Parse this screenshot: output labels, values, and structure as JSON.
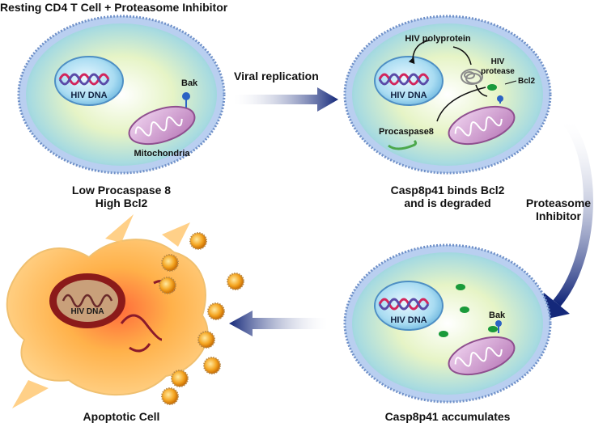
{
  "title": "Resting CD4 T Cell + Proteasome Inhibitor",
  "cell1": {
    "dna_label": "HIV DNA",
    "bak_label": "Bak",
    "mito_label": "Mitochondria",
    "caption_line1": "Low Procaspase 8",
    "caption_line2": "High Bcl2"
  },
  "arrow1_label": "Viral replication",
  "cell2": {
    "dna_label": "HIV DNA",
    "polyprotein_label": "HIV polyprotein",
    "protease_label_line1": "HIV",
    "protease_label_line2": "protease",
    "bcl2_label": "Bcl2",
    "procaspase_label": "Procaspase8",
    "caption_line1": "Casp8p41 binds Bcl2",
    "caption_line2": "and is degraded"
  },
  "arrow2_label_line1": "Proteasome",
  "arrow2_label_line2": "Inhibitor",
  "cell3": {
    "dna_label": "HIV DNA",
    "bak_label": "Bak",
    "caption": "Casp8p41 accumulates"
  },
  "apoptotic": {
    "dna_label": "HIV DNA",
    "caption": "Apoptotic Cell"
  },
  "colors": {
    "arrow_dark": "#14287a",
    "cell_fill": "#d8ecb4",
    "membrane": "#8cb4e6",
    "nucleus": "#9fd6f0",
    "mito": "#c88ac8",
    "bcl2_red": "#e21c1c",
    "casp_green": "#1a9a3a",
    "bak_blue": "#2c63c4",
    "apoptotic_orange": "#f5a623"
  }
}
